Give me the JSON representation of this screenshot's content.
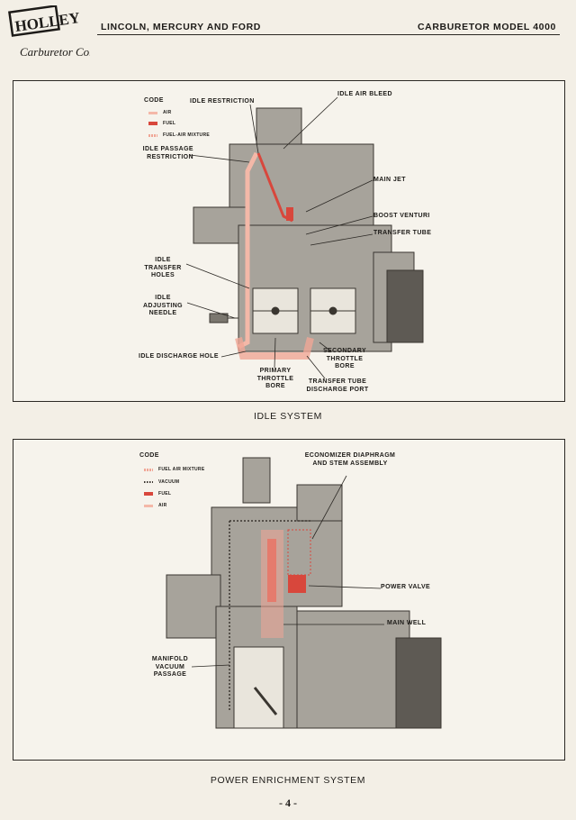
{
  "header": {
    "logo_text": "HOLLEY",
    "logo_sub": "Carburetor Co.",
    "left_title": "LINCOLN, MERCURY AND FORD",
    "right_title": "CARBURETOR MODEL 4000"
  },
  "idle": {
    "caption": "IDLE SYSTEM",
    "code_title": "CODE",
    "legend": [
      "AIR",
      "FUEL",
      "FUEL-AIR MIXTURE"
    ],
    "labels": {
      "idle_restriction": "IDLE RESTRICTION",
      "idle_air_bleed": "IDLE AIR BLEED",
      "idle_passage_restriction": "IDLE PASSAGE RESTRICTION",
      "main_jet": "MAIN JET",
      "boost_venturi": "BOOST VENTURI",
      "transfer_tube": "TRANSFER TUBE",
      "idle_transfer_holes": "IDLE TRANSFER HOLES",
      "idle_adjusting_needle": "IDLE ADJUSTING NEEDLE",
      "idle_discharge_hole": "IDLE DISCHARGE HOLE",
      "primary_throttle_bore": "PRIMARY THROTTLE BORE",
      "secondary_throttle_bore": "SECONDARY THROTTLE BORE",
      "transfer_tube_discharge_port": "TRANSFER TUBE DISCHARGE PORT"
    }
  },
  "power": {
    "caption": "POWER ENRICHMENT SYSTEM",
    "code_title": "CODE",
    "legend": [
      "FUEL AIR MIXTURE",
      "VACUUM",
      "FUEL",
      "AIR"
    ],
    "labels": {
      "economizer": "ECONOMIZER DIAPHRAGM AND STEM ASSEMBLY",
      "power_valve": "POWER VALVE",
      "main_well": "MAIN WELL",
      "manifold_vacuum_passage": "MANIFOLD VACUUM PASSAGE"
    }
  },
  "page_number": "- 4 -",
  "colors": {
    "fuel": "#d8473c",
    "air": "#f4b8a8",
    "mixture": "#f0a696",
    "metal": "#8b8780",
    "shadow": "#4a4640"
  }
}
